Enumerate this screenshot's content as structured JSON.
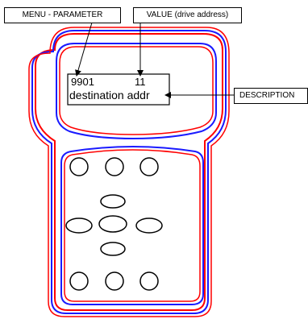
{
  "callouts": {
    "menu_parameter": "MENU - PARAMETER",
    "value": "VALUE (drive address)",
    "description": "DESCRIPTION"
  },
  "display": {
    "parameter_code": "9901",
    "parameter_value": "11",
    "description_text": "destination addr"
  },
  "colors": {
    "outline_blue": "#1a1aff",
    "outline_red": "#ff0000",
    "line": "#000000"
  }
}
